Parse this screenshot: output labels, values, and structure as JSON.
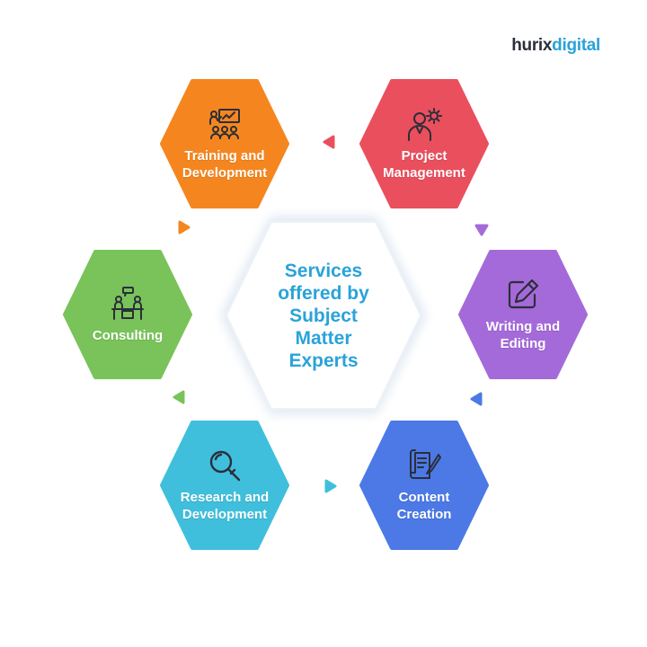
{
  "logo": {
    "part1": "hurix",
    "part2": "digital"
  },
  "center": {
    "title": "Services\noffered by\nSubject\nMatter\nExperts"
  },
  "services": [
    {
      "label": "Training and\nDevelopment",
      "color": "#f5861f",
      "icon": "presentation-icon"
    },
    {
      "label": "Project\nManagement",
      "color": "#ea4f5d",
      "icon": "manager-gear-icon"
    },
    {
      "label": "Writing and\nEditing",
      "color": "#a56ad9",
      "icon": "edit-pencil-icon"
    },
    {
      "label": "Content\nCreation",
      "color": "#4c79e6",
      "icon": "document-quill-icon"
    },
    {
      "label": "Research and\nDevelopment",
      "color": "#3fbfdc",
      "icon": "magnifier-icon"
    },
    {
      "label": "Consulting",
      "color": "#79c35a",
      "icon": "consulting-desk-icon"
    }
  ],
  "colors": {
    "center_text": "#2aa3d9",
    "logo_dark": "#2b2e3a",
    "logo_accent": "#2aa3d9"
  }
}
